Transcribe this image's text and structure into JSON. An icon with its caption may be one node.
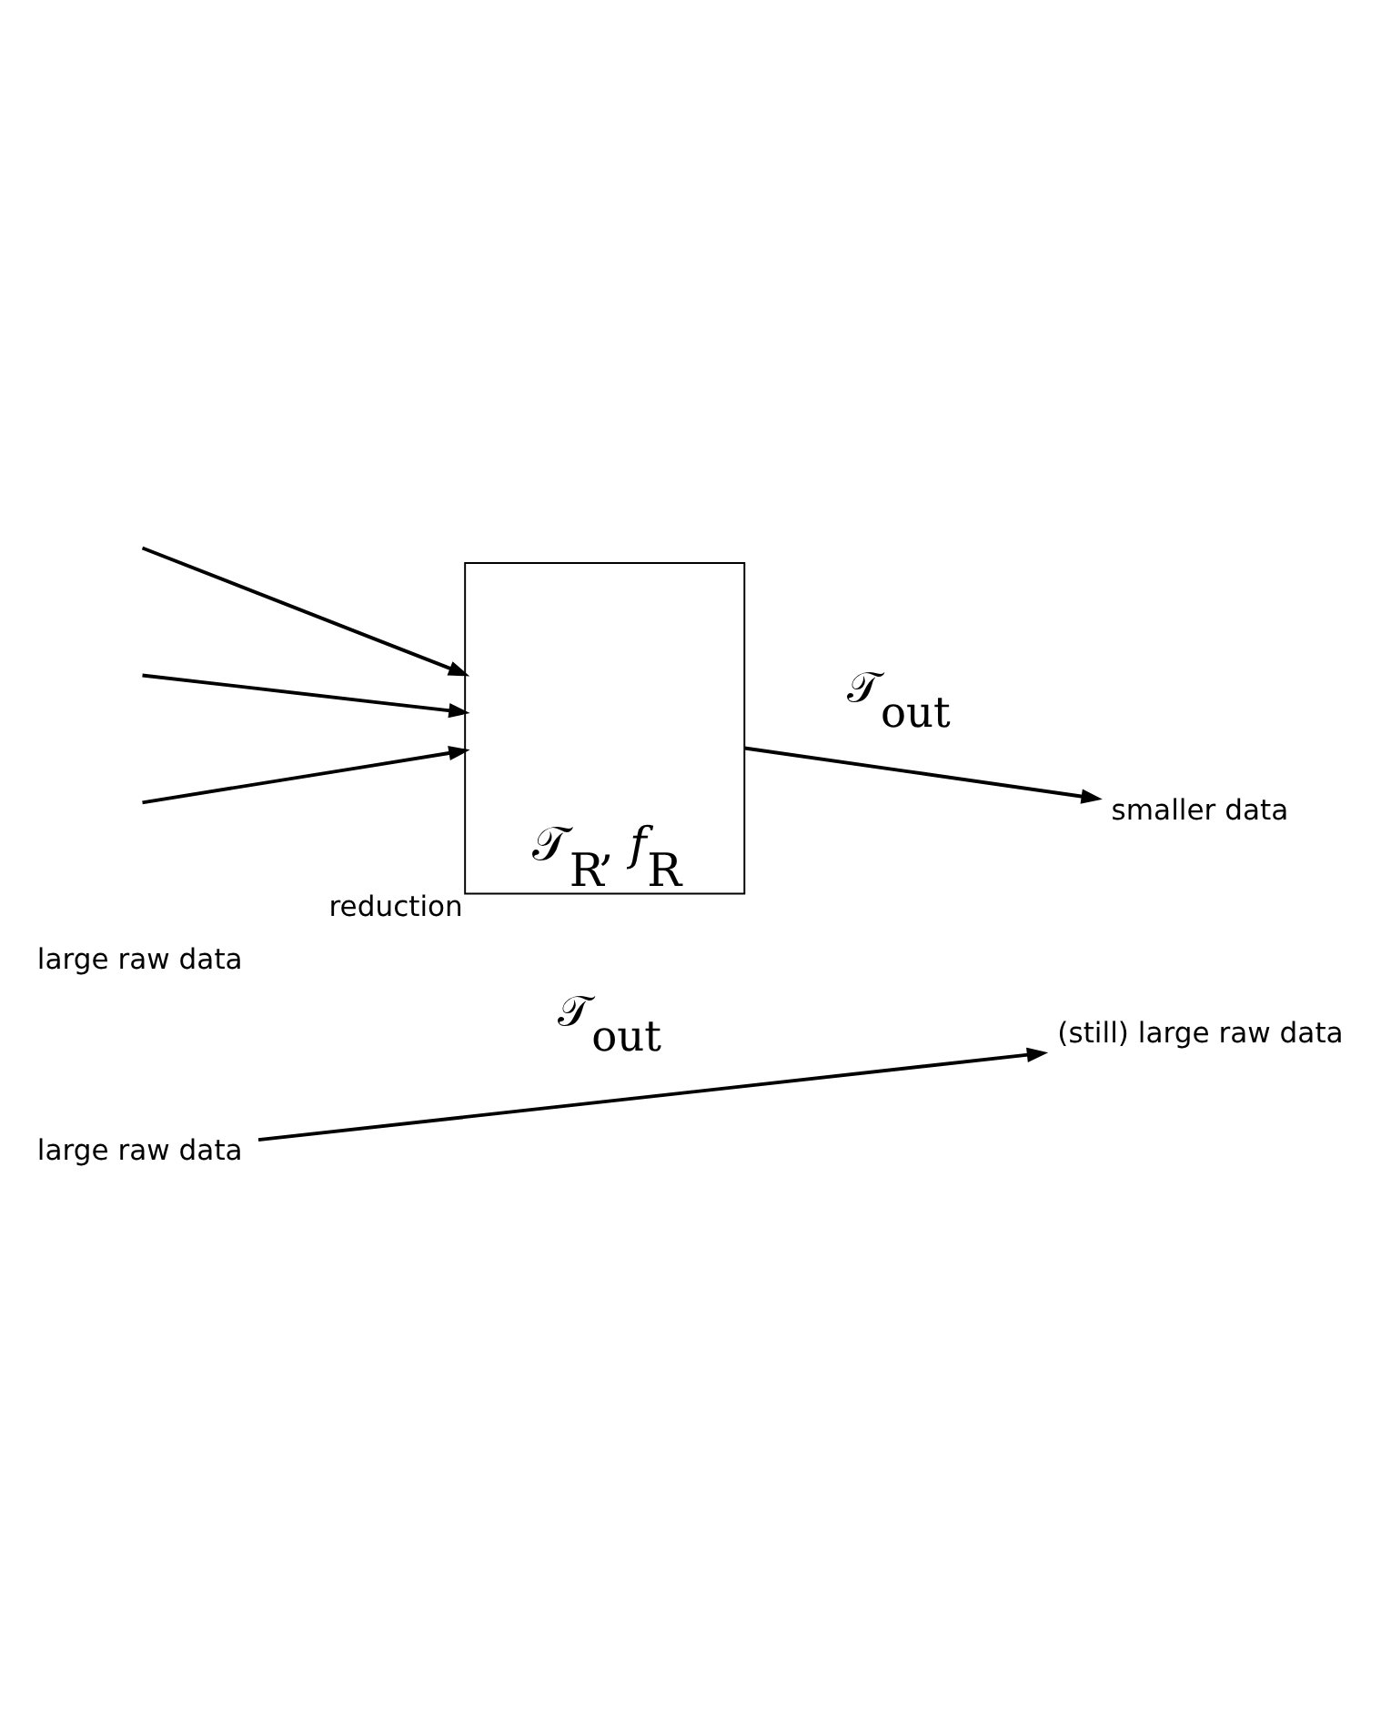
{
  "diagram": {
    "nodes": [
      {
        "text": [
          "reduction",
          "𝒯$_{R}$, *f*$_{R}$"
        ]
      },
      {
        "text": [
          "large raw data"
        ]
      },
      {
        "text": [
          "(still) large raw data"
        ]
      },
      {
        "text": [
          "smaller data"
        ]
      }
    ],
    "edges": [
      {
        "from": null,
        "to": 0,
        "arrow": "to"
      },
      {
        "from": null,
        "to": 0,
        "arrow": "to"
      },
      {
        "from": null,
        "to": 0,
        "arrow": "to"
      },
      {
        "from": 0,
        "to": 3,
        "arrow": "to",
        "label": "𝒯$_{out}$"
      },
      {
        "from": 1,
        "to": 2,
        "arrow": "to",
        "label": "𝒯$_{out}$"
      }
    ],
    "labels": [
      "large raw data"
    ]
  }
}
